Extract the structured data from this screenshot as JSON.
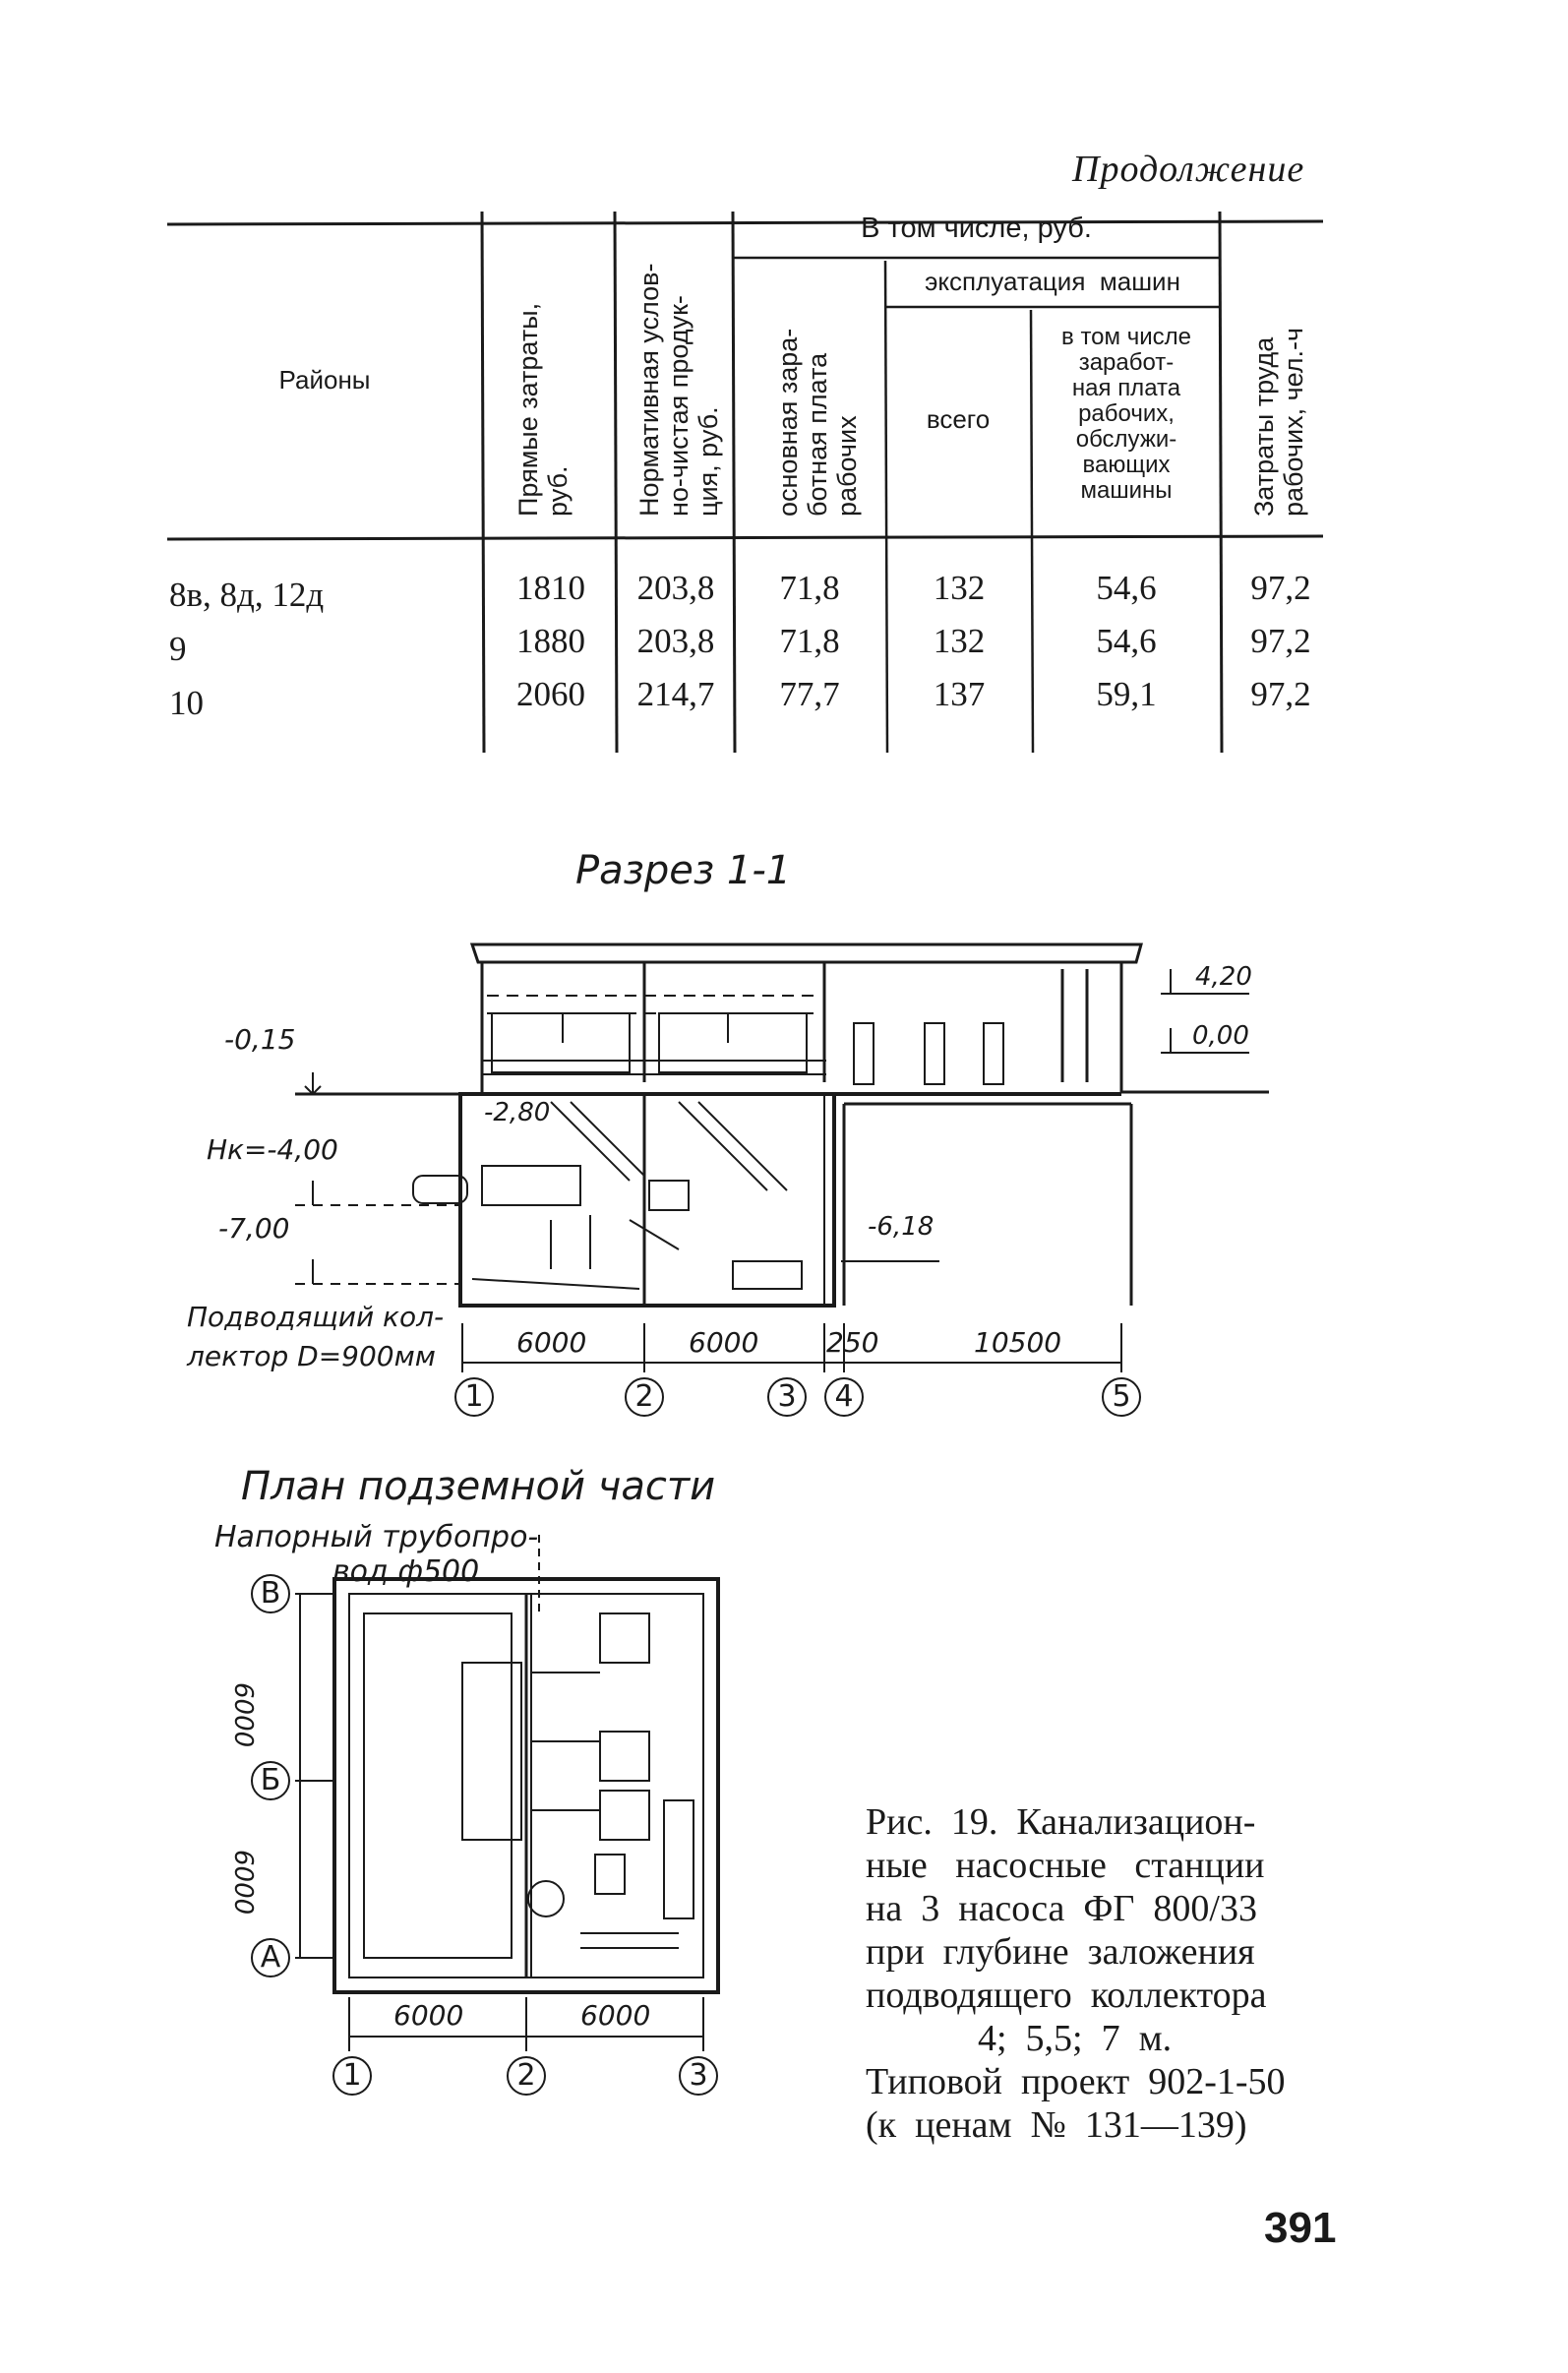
{
  "continued": "Продолжение",
  "table": {
    "headers": {
      "regions": "Районы",
      "direct_costs": "Прямые затраты,\nруб.",
      "normative_net": "Нормативная услов-\nно-чистая продук-\nция, руб.",
      "including": "В том числе, руб.",
      "base_wage": "основная зара-\nботная плата\nрабочих",
      "machine_op": "эксплуатация  машин",
      "total": "всего",
      "incl_wage": "в том числе\nзаработ-\nная плата\nрабочих,\nобслужи-\nвающих\nмашины",
      "labor": "Затраты труда\nрабочих, чел.-ч"
    },
    "rows": [
      {
        "region": "8в, 8д, 12д",
        "direct": "1810",
        "normative": "203,8",
        "base_wage": "71,8",
        "total": "132",
        "incl_wage": "54,6",
        "labor": "97,2"
      },
      {
        "region": "9",
        "direct": "1880",
        "normative": "203,8",
        "base_wage": "71,8",
        "total": "132",
        "incl_wage": "54,6",
        "labor": "97,2"
      },
      {
        "region": "10",
        "direct": "2060",
        "normative": "214,7",
        "base_wage": "77,7",
        "total": "137",
        "incl_wage": "59,1",
        "labor": "97,2"
      }
    ]
  },
  "section": {
    "title": "Разрез 1-1",
    "elev_top": "4,20",
    "elev_ground": "0,00",
    "elev_left": "-0,15",
    "elev_280": "-2,80",
    "elev_nk": "Hк=-4,00",
    "elev_700": "-7,00",
    "elev_618": "-6,18",
    "collector_note_1": "Подводящий кол-",
    "collector_note_2": "лектор D=900мм",
    "dims": [
      "6000",
      "6000",
      "250",
      "10500"
    ],
    "axes": [
      "1",
      "2",
      "3",
      "4",
      "5"
    ]
  },
  "plan": {
    "title": "План подземной части",
    "pipe_note_1": "Напорный трубопро-",
    "pipe_note_2": "вод ф500",
    "row_axes": [
      "В",
      "Б",
      "А"
    ],
    "row_dims": [
      "6000",
      "6000"
    ],
    "col_dims": [
      "6000",
      "6000"
    ],
    "col_axes": [
      "1",
      "2",
      "3"
    ]
  },
  "caption_lines": [
    "Рис.  19.  Канализацион-",
    "ные   насосные   станции",
    "на  3  насоса  ФГ  800/33",
    "при  глубине  заложения",
    "подводящего  коллектора",
    "            4;  5,5;  7  м.",
    "Типовой  проект  902-1-50",
    "(к  ценам  №  131—139)"
  ],
  "page_number": "391"
}
